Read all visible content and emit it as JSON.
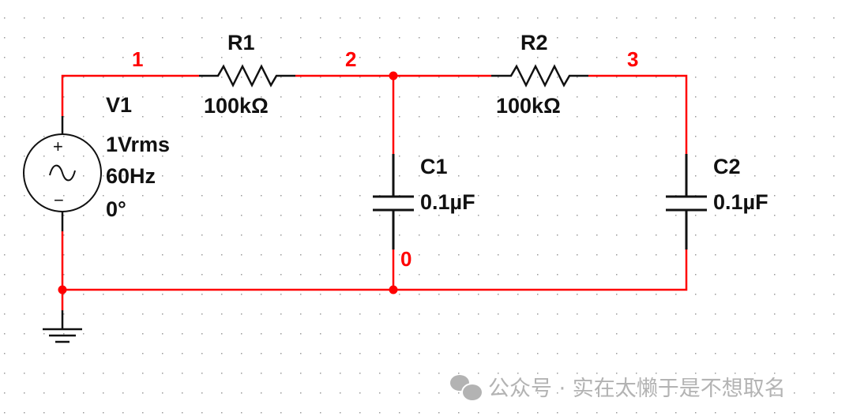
{
  "colors": {
    "wire": "#ff0000",
    "component": "#111111",
    "grid_dot": "#9a9a9a",
    "node_label": "#ff0000"
  },
  "nodes": {
    "n1": "1",
    "n2": "2",
    "n3": "3",
    "n0": "0"
  },
  "components": {
    "V1": {
      "ref": "V1",
      "amplitude": "1Vrms",
      "frequency": "60Hz",
      "phase": "0°",
      "plus": "+",
      "minus": "−"
    },
    "R1": {
      "ref": "R1",
      "value": "100kΩ"
    },
    "R2": {
      "ref": "R2",
      "value": "100kΩ"
    },
    "C1": {
      "ref": "C1",
      "value": "0.1µF"
    },
    "C2": {
      "ref": "C2",
      "value": "0.1µF"
    }
  },
  "watermark": {
    "text": "公众号 · 实在太懒于是不想取名"
  }
}
